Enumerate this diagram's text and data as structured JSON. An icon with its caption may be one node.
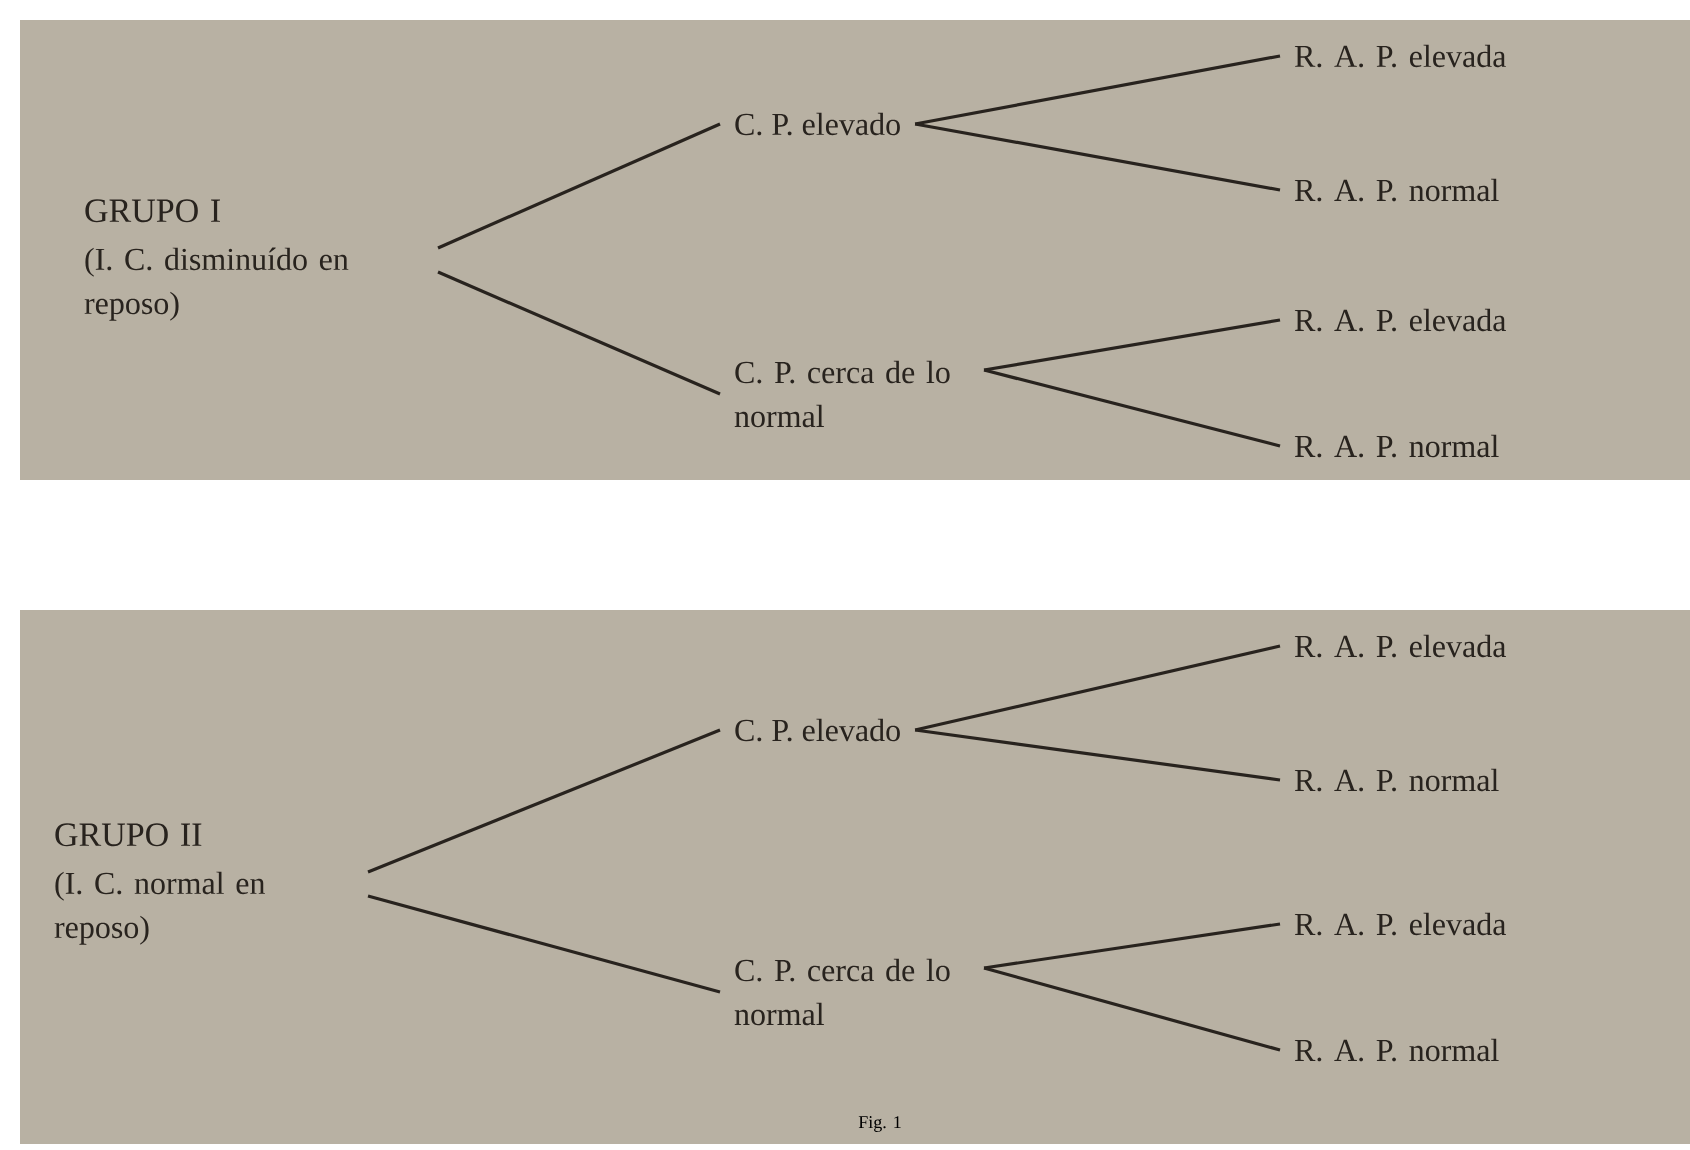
{
  "diagram": {
    "caption": "Fig. 1",
    "nodes": [
      {
        "text": [
          "GRUPO I",
          "(I. C. disminuído en reposo)"
        ]
      },
      {
        "text": [
          "C. P. elevado"
        ]
      },
      {
        "text": [
          "C. P. cerca de lo normal"
        ]
      },
      {
        "text": [
          "R. A. P. elevada"
        ]
      },
      {
        "text": [
          "R. A. P. normal"
        ]
      },
      {
        "text": [
          "R. A. P. elevada"
        ]
      },
      {
        "text": [
          "R. A. P. normal"
        ]
      },
      {
        "text": [
          "GRUPO II",
          "(I. C. normal en reposo)"
        ]
      },
      {
        "text": [
          "C. P. elevado"
        ]
      },
      {
        "text": [
          "C. P. cerca de lo normal"
        ]
      },
      {
        "text": [
          "R. A. P. elevada"
        ]
      },
      {
        "text": [
          "R. A. P. normal"
        ]
      },
      {
        "text": [
          "R. A. P. elevada"
        ]
      },
      {
        "text": [
          "R. A. P. normal"
        ]
      }
    ],
    "edges": [
      {
        "from": 0,
        "to": 1,
        "arrow": "none"
      },
      {
        "from": 0,
        "to": 2,
        "arrow": "none"
      },
      {
        "from": 1,
        "to": 3,
        "arrow": "none"
      },
      {
        "from": 1,
        "to": 4,
        "arrow": "none"
      },
      {
        "from": 2,
        "to": 5,
        "arrow": "none"
      },
      {
        "from": 2,
        "to": 6,
        "arrow": "none"
      },
      {
        "from": 7,
        "to": 8,
        "arrow": "none"
      },
      {
        "from": 7,
        "to": 9,
        "arrow": "none"
      },
      {
        "from": 8,
        "to": 10,
        "arrow": "none"
      },
      {
        "from": 8,
        "to": 11,
        "arrow": "none"
      },
      {
        "from": 9,
        "to": 12,
        "arrow": "none"
      },
      {
        "from": 9,
        "to": 13,
        "arrow": "none"
      }
    ]
  }
}
